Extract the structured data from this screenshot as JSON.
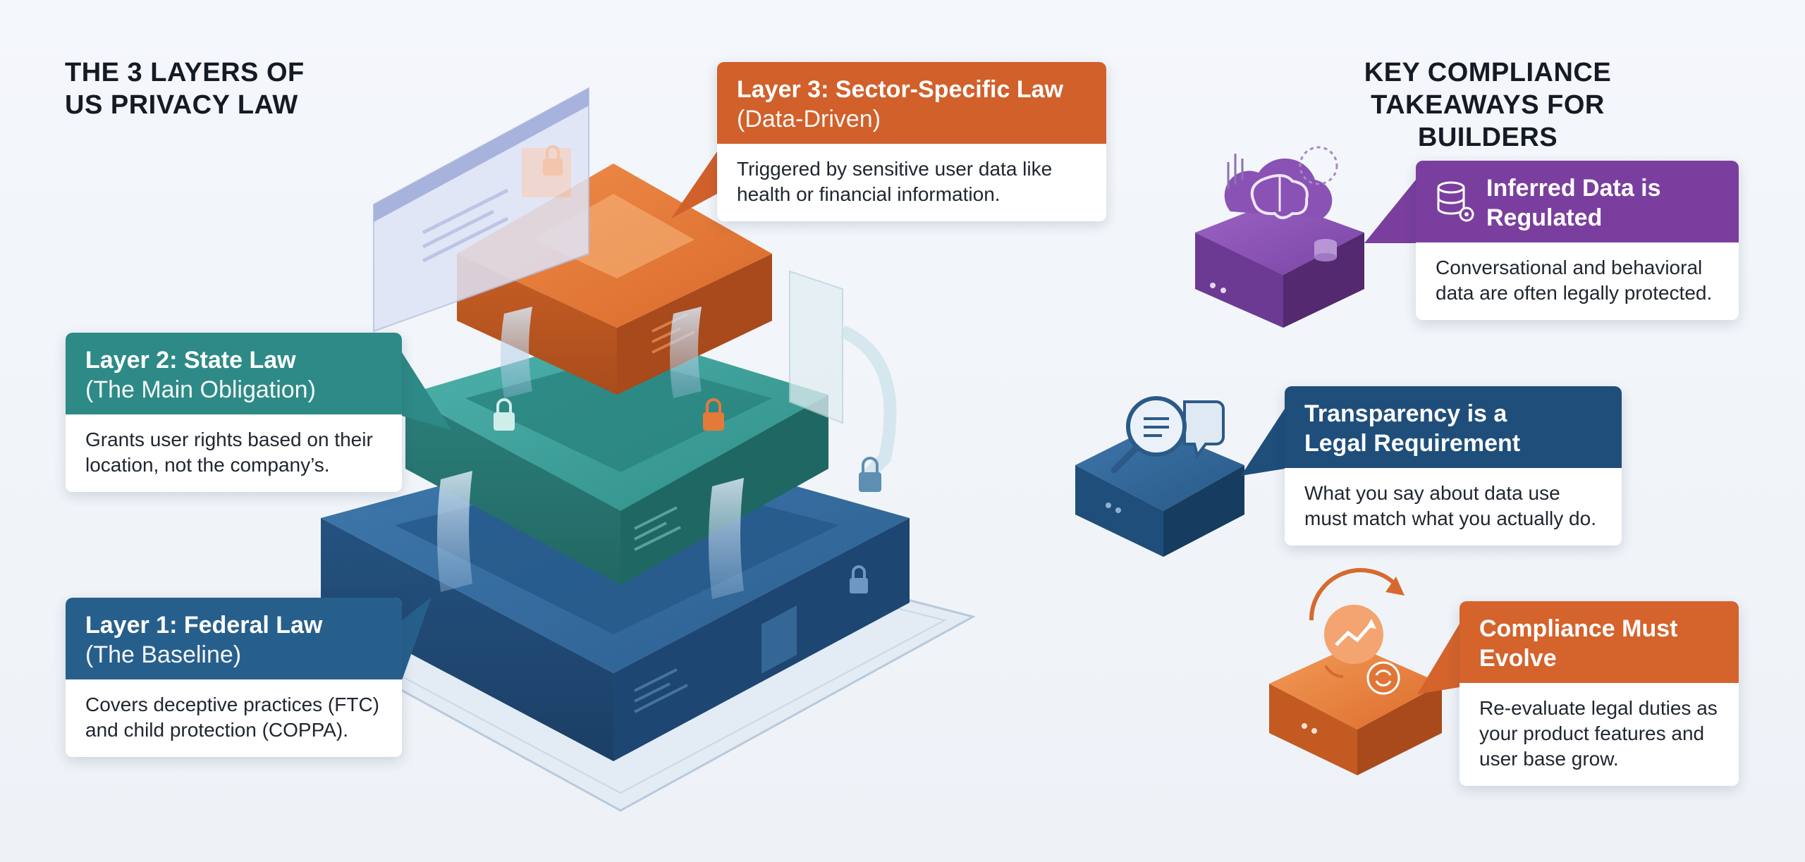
{
  "left_title": {
    "line1": "THE 3 LAYERS OF",
    "line2": "US PRIVACY LAW"
  },
  "right_title": {
    "line1": "KEY COMPLIANCE",
    "line2": "TAKEAWAYS FOR BUILDERS"
  },
  "layers": {
    "layer3": {
      "title": "Layer 3: Sector-Specific Law",
      "subtitle": "(Data-Driven)",
      "body_line1": "Triggered by sensitive user data like",
      "body_line2": "health or financial information."
    },
    "layer2": {
      "title": "Layer 2: State Law",
      "subtitle": "(The Main Obligation)",
      "body_line1": "Grants user rights based on their",
      "body_line2": "location, not the company’s."
    },
    "layer1": {
      "title": "Layer 1: Federal Law",
      "subtitle": "(The Baseline)",
      "body_line1": "Covers deceptive practices (FTC)",
      "body_line2": "and child protection (COPPA)."
    }
  },
  "takeaways": {
    "inferred": {
      "title_line1": "Inferred Data is",
      "title_line2": "Regulated",
      "body_line1": "Conversational and behavioral",
      "body_line2": "data are often legally protected."
    },
    "transparency": {
      "title_line1": "Transparency is a",
      "title_line2": "Legal Requirement",
      "body_line1": "What you say about data use",
      "body_line2": "must match what you actually do."
    },
    "evolve": {
      "title_line1": "Compliance Must",
      "title_line2": "Evolve",
      "body_line1": "Re-evaluate legal duties as",
      "body_line2": "your product features and",
      "body_line3": "user base grow."
    }
  },
  "colors": {
    "layer1": "#275f8c",
    "layer2": "#2e8a86",
    "layer3": "#d1602b",
    "inferred": "#7a3f9e",
    "transparency": "#1f4e7a",
    "evolve": "#d4632c"
  },
  "icons": {
    "lock": "lock-icon",
    "brain": "brain-cloud-icon",
    "database": "database-icon",
    "magnifier": "magnifier-chat-icon",
    "growth": "growth-cycle-icon"
  }
}
